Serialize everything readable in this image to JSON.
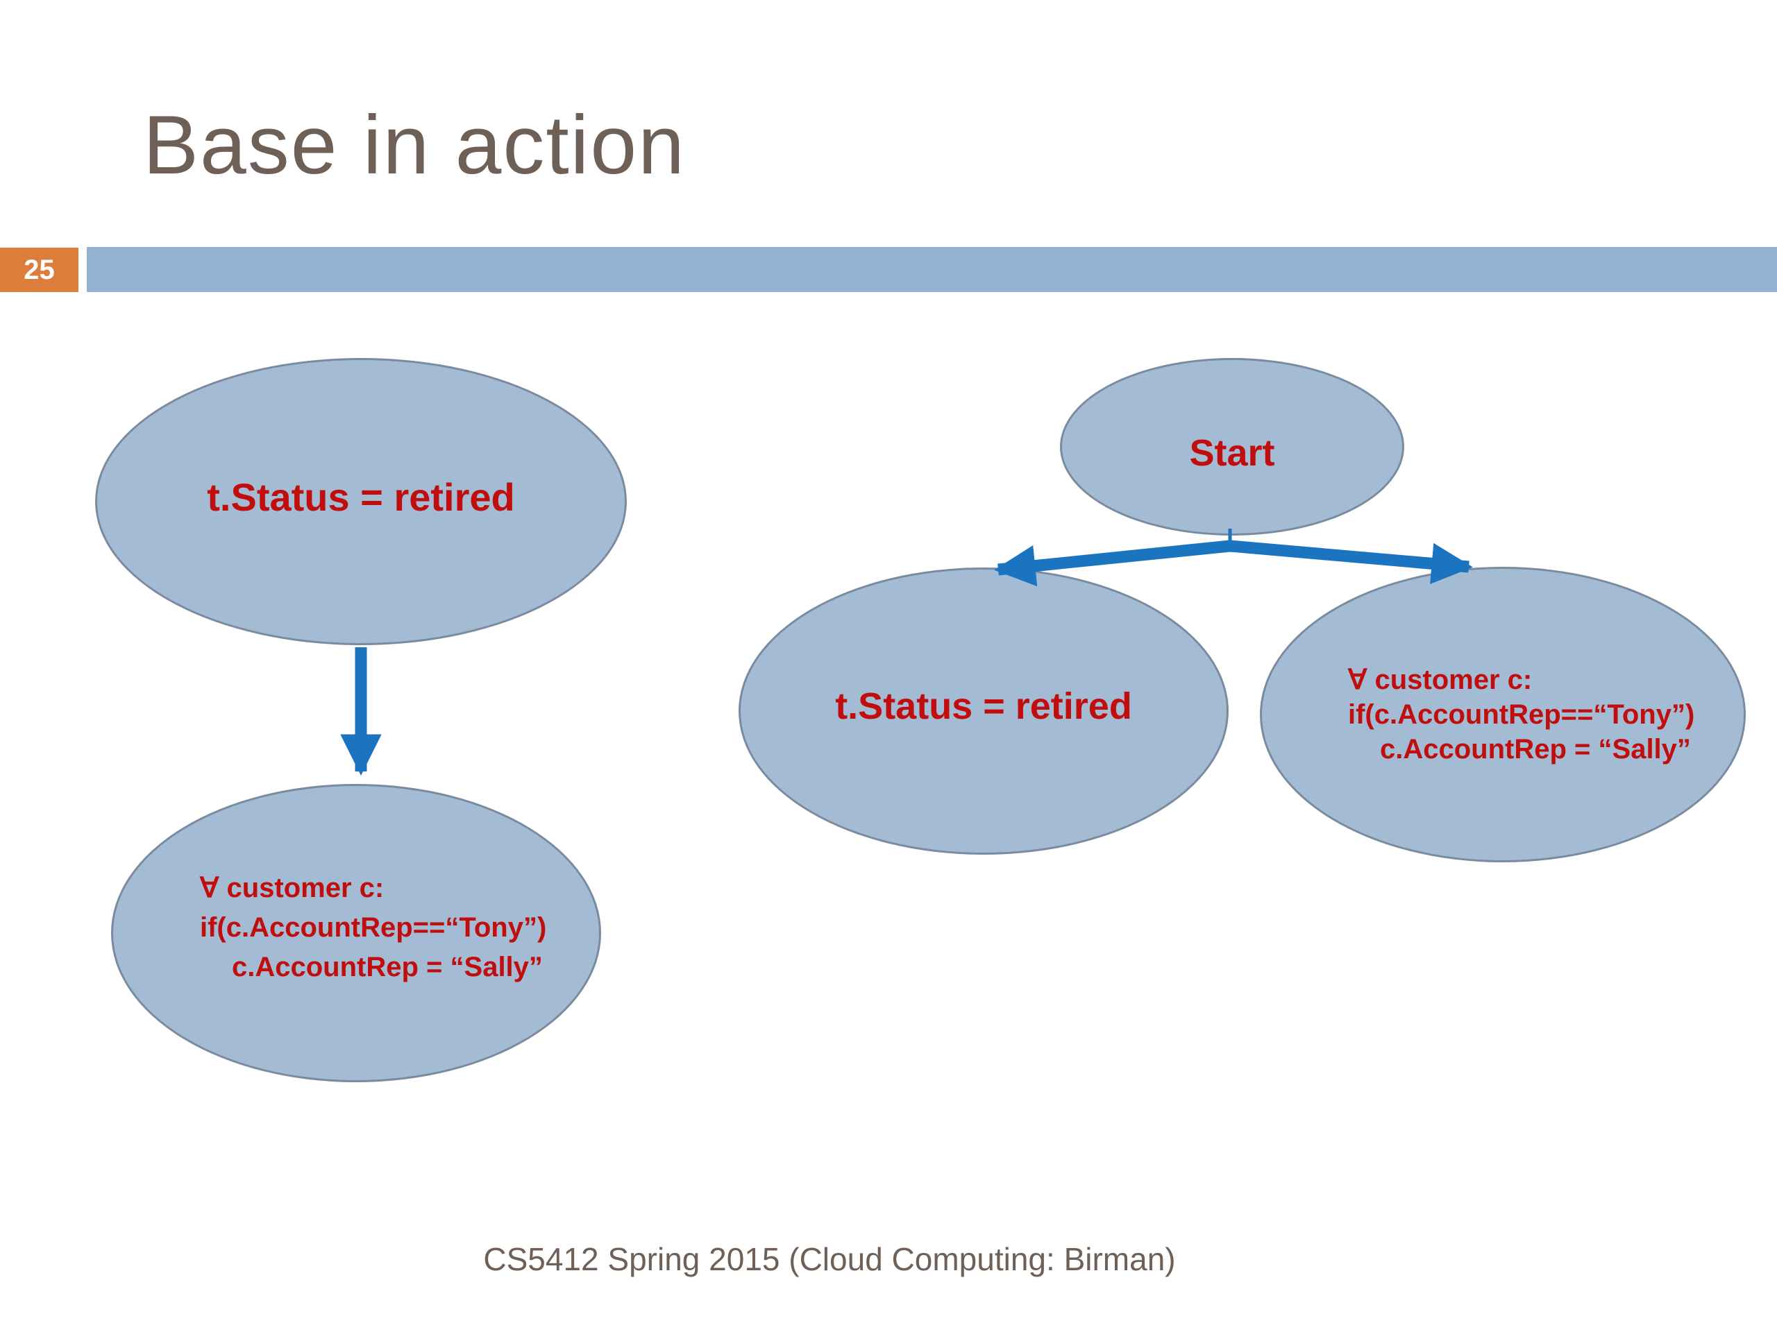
{
  "slide": {
    "title": "Base in action",
    "slide_number": "25",
    "footer": "CS5412 Spring 2015 (Cloud Computing: Birman)"
  },
  "colors": {
    "title_text": "#6F6057",
    "slide_number_bg_orange": "#DC7D3B",
    "slide_number_text": "#FFFFFF",
    "accent_bar_blue": "#93B2D1",
    "ellipse_fill": "#A3BBD3",
    "ellipse_border": "#7A8BA0",
    "arrow_blue": "#1B74C0",
    "diagram_text_red": "#C00E0E"
  },
  "diagram": {
    "left_flow": {
      "condition_node": {
        "label": "t.Status = retired"
      },
      "action_node": {
        "lines": [
          "∀ customer c:",
          "if(c.AccountRep==“Tony”)",
          "c.AccountRep = “Sally”"
        ]
      }
    },
    "right_flow": {
      "start_node": {
        "label": "Start"
      },
      "condition_node": {
        "label": "t.Status = retired"
      },
      "action_node": {
        "lines": [
          "∀ customer c:",
          "if(c.AccountRep==“Tony”)",
          "c.AccountRep = “Sally”"
        ]
      }
    }
  }
}
